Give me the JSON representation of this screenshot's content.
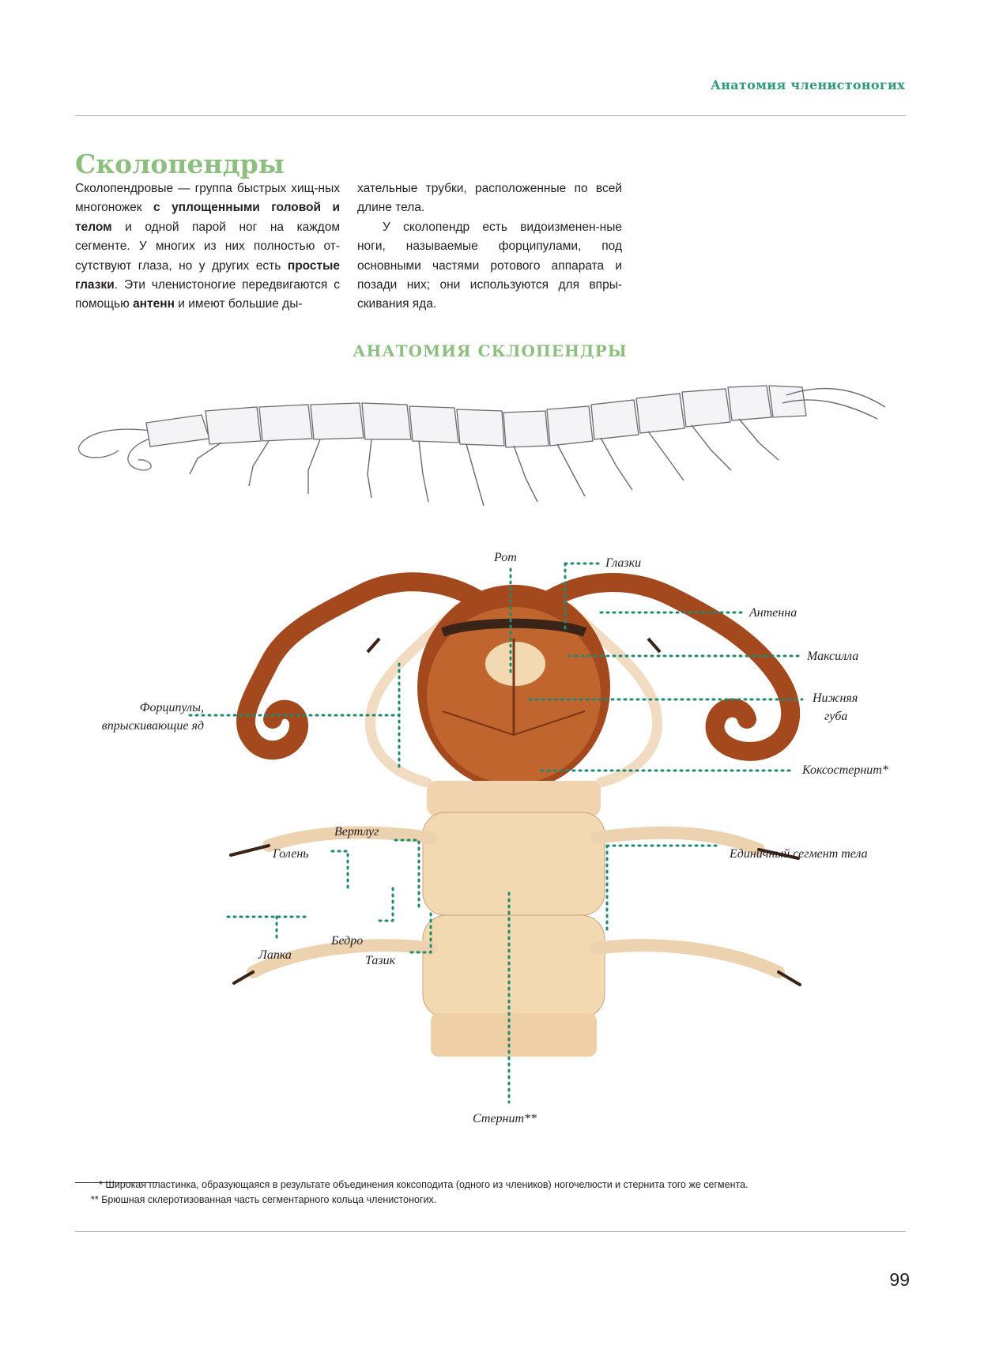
{
  "header": {
    "running_title": "Анатомия членистоногих"
  },
  "section": {
    "title": "Сколопендры"
  },
  "column_left": {
    "p1_a": "Сколопендровые — группа быстрых хищ-ных многоножек ",
    "p1_b1": "с уплощенными головой и телом",
    "p1_c": " и одной парой ног на каждом сегменте. У многих из них полностью от-сутствуют глаза, но у других есть ",
    "p1_b2": "простые глазки",
    "p1_d": ". Эти членистоногие передвигаются с помощью ",
    "p1_b3": "антенн",
    "p1_e": " и имеют большие ды-"
  },
  "column_right": {
    "p1": "хательные трубки, расположенные по всей длине тела.",
    "p2": "У сколопендр есть видоизменен-ные ноги, называемые форципулами, под основными частями ротового аппарата и позади них; они используются для впры-скивания яда."
  },
  "figure": {
    "title": "АНАТОМИЯ СКЛОПЕНДРЫ",
    "labels": {
      "mouth": "Рот",
      "ocelli": "Глазки",
      "antenna": "Антенна",
      "maxilla": "Максилла",
      "lower_lip_1": "Нижняя",
      "lower_lip_2": "губа",
      "coxosternite": "Коксостернит*",
      "forcipules_1": "Форципулы,",
      "forcipules_2": "впрыскивающие яд",
      "trochanter": "Вертлуг",
      "tibia": "Голень",
      "body_segment": "Единичный сегмент тела",
      "tarsus": "Лапка",
      "femur": "Бедро",
      "coxa": "Тазик",
      "sternite": "Стернит**"
    }
  },
  "footnotes": {
    "fn1": "* Широкая пластинка, образующаяся в результате объединения коксоподита (одного из члеников) ногочелюсти и стернита того же сегмента.",
    "fn2": "** Брюшная склеротизованная часть сегментарного кольца членистоногих."
  },
  "page_number": "99",
  "colors": {
    "accent_green": "#2f9a7e",
    "title_green": "#8dbf7e",
    "leader_teal": "#1f8a70",
    "head_brown": "#a4481e",
    "body_cream": "#f3d9b1"
  }
}
